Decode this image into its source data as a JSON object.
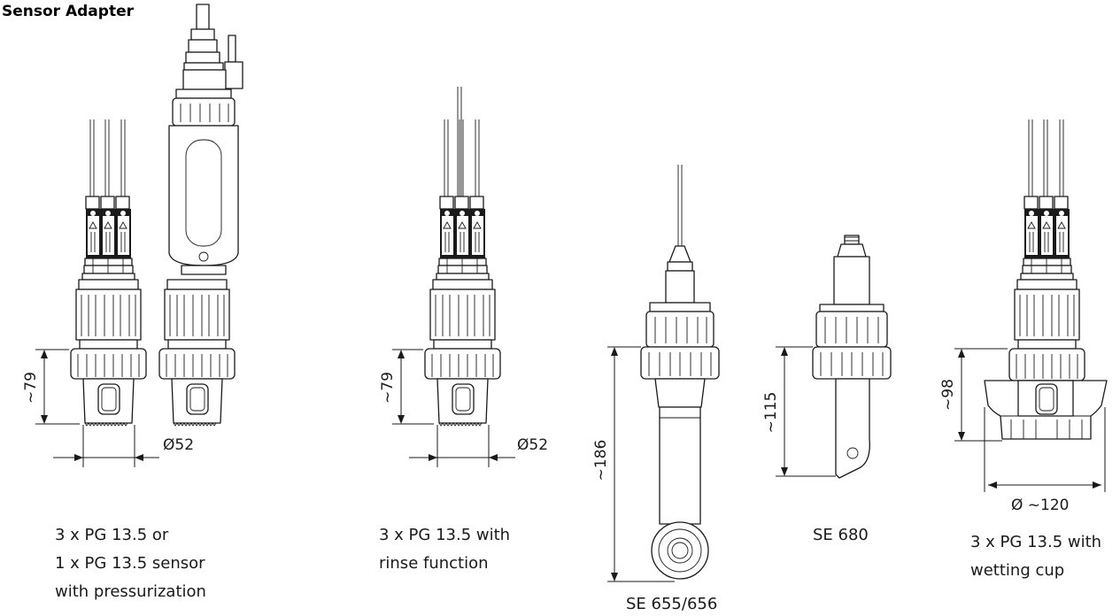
{
  "title": "Sensor Adapter",
  "adapters": [
    {
      "caption": [
        "3 x PG 13.5 or",
        "1 x PG 13.5 sensor",
        "with pressurization"
      ],
      "height_dim": "~79",
      "diameter_dim": "Ø52"
    },
    {
      "caption": [
        "3 x PG 13.5 with",
        "rinse function"
      ],
      "height_dim": "~79",
      "diameter_dim": "Ø52"
    },
    {
      "caption": [
        "SE 655/656"
      ],
      "height_dim": "~186"
    },
    {
      "caption": [
        "SE 680"
      ],
      "height_dim": "~115"
    },
    {
      "caption": [
        "3 x PG 13.5 with",
        "wetting cup"
      ],
      "height_dim": "~98",
      "diameter_dim": "Ø ~120"
    }
  ]
}
